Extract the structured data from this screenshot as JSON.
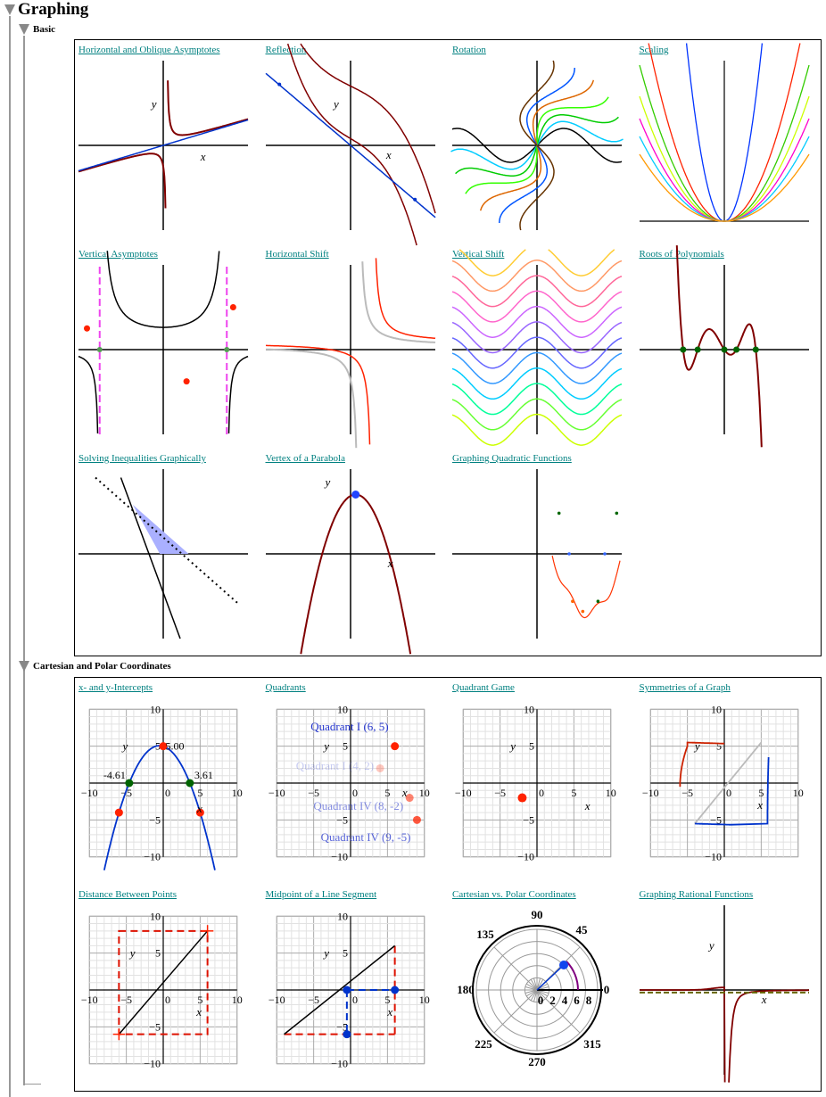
{
  "title": "Graphing",
  "basic": {
    "title": "Basic",
    "items": [
      "Horizontal and Oblique Asymptotes",
      "Reflection",
      "Rotation",
      "Scaling",
      "Vertical Asymptotes",
      "Horizontal Shift",
      "Vertical Shift",
      "Roots of Polynomials",
      "Solving Inequalities Graphically",
      "Vertex of a Parabola",
      "Graphing Quadratic Functions"
    ]
  },
  "cartesian": {
    "title": "Cartesian and Polar Coordinates",
    "items": [
      "x- and y-Intercepts",
      "Quadrants",
      "Quadrant Game",
      "Symmetries of a Graph",
      "Distance Between Points",
      "Midpoint of a Line Segment",
      "Cartesian vs. Polar Coordinates",
      "Graphing Rational Functions"
    ]
  },
  "plot_text": {
    "x": "x",
    "y": "y",
    "ticks": [
      "−10",
      "−5",
      "0",
      "5",
      "10"
    ],
    "intercepts": {
      "vertex": "5.00",
      "left": "-4.61",
      "right": "3.61"
    },
    "quadrants": [
      "Quadrant I (6, 5)",
      "Quadrant I (4, 2)",
      "Quadrant IV (8, -2)",
      "Quadrant IV (9, -5)"
    ],
    "polar_angles": [
      "90",
      "45",
      "135",
      "180",
      "0",
      "225",
      "270",
      "315"
    ],
    "polar_radii": [
      "0",
      "2",
      "4",
      "6",
      "8"
    ]
  },
  "colors": {
    "link": "#008080",
    "curve": "#800000",
    "blue": "#0033cc",
    "red": "#ff2200",
    "green": "#006400"
  }
}
